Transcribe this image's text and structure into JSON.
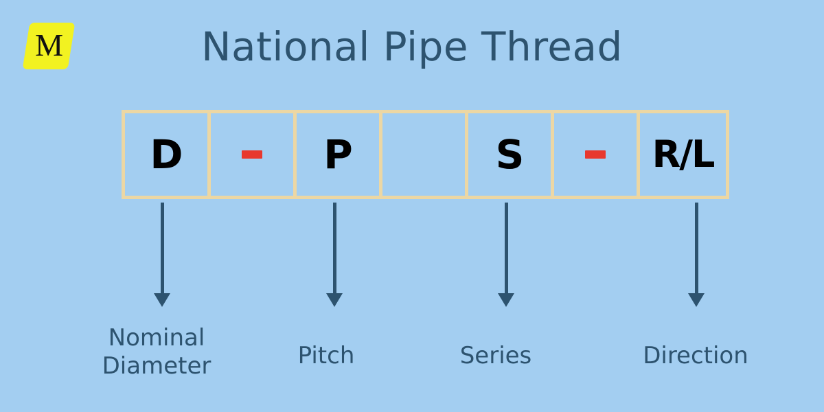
{
  "page": {
    "background_color": "#a3cef1",
    "text_color": "#2d536f"
  },
  "logo": {
    "letter": "M",
    "background_color": "#f2f221",
    "letter_color": "#111111",
    "icon_name": "brand-logo-m"
  },
  "header": {
    "title": "National Pipe Thread"
  },
  "designation": {
    "border_color": "#ecd7a4",
    "dash_color": "#e8382e",
    "cells": [
      {
        "id": "cell-nominal-diameter",
        "type": "letter",
        "text": "D"
      },
      {
        "id": "cell-separator-1",
        "type": "dash",
        "text": "-"
      },
      {
        "id": "cell-pitch",
        "type": "letter",
        "text": "P"
      },
      {
        "id": "cell-blank",
        "type": "blank",
        "text": ""
      },
      {
        "id": "cell-series",
        "type": "letter",
        "text": "S"
      },
      {
        "id": "cell-separator-2",
        "type": "dash",
        "text": "-"
      },
      {
        "id": "cell-direction",
        "type": "letter",
        "text": "R/L"
      }
    ]
  },
  "callouts": [
    {
      "id": "callout-nominal-diameter",
      "label": "Nominal\nDiameter",
      "arrow_color": "#2d536f"
    },
    {
      "id": "callout-pitch",
      "label": "Pitch",
      "arrow_color": "#2d536f"
    },
    {
      "id": "callout-series",
      "label": "Series",
      "arrow_color": "#2d536f"
    },
    {
      "id": "callout-direction",
      "label": "Direction",
      "arrow_color": "#2d536f"
    }
  ]
}
